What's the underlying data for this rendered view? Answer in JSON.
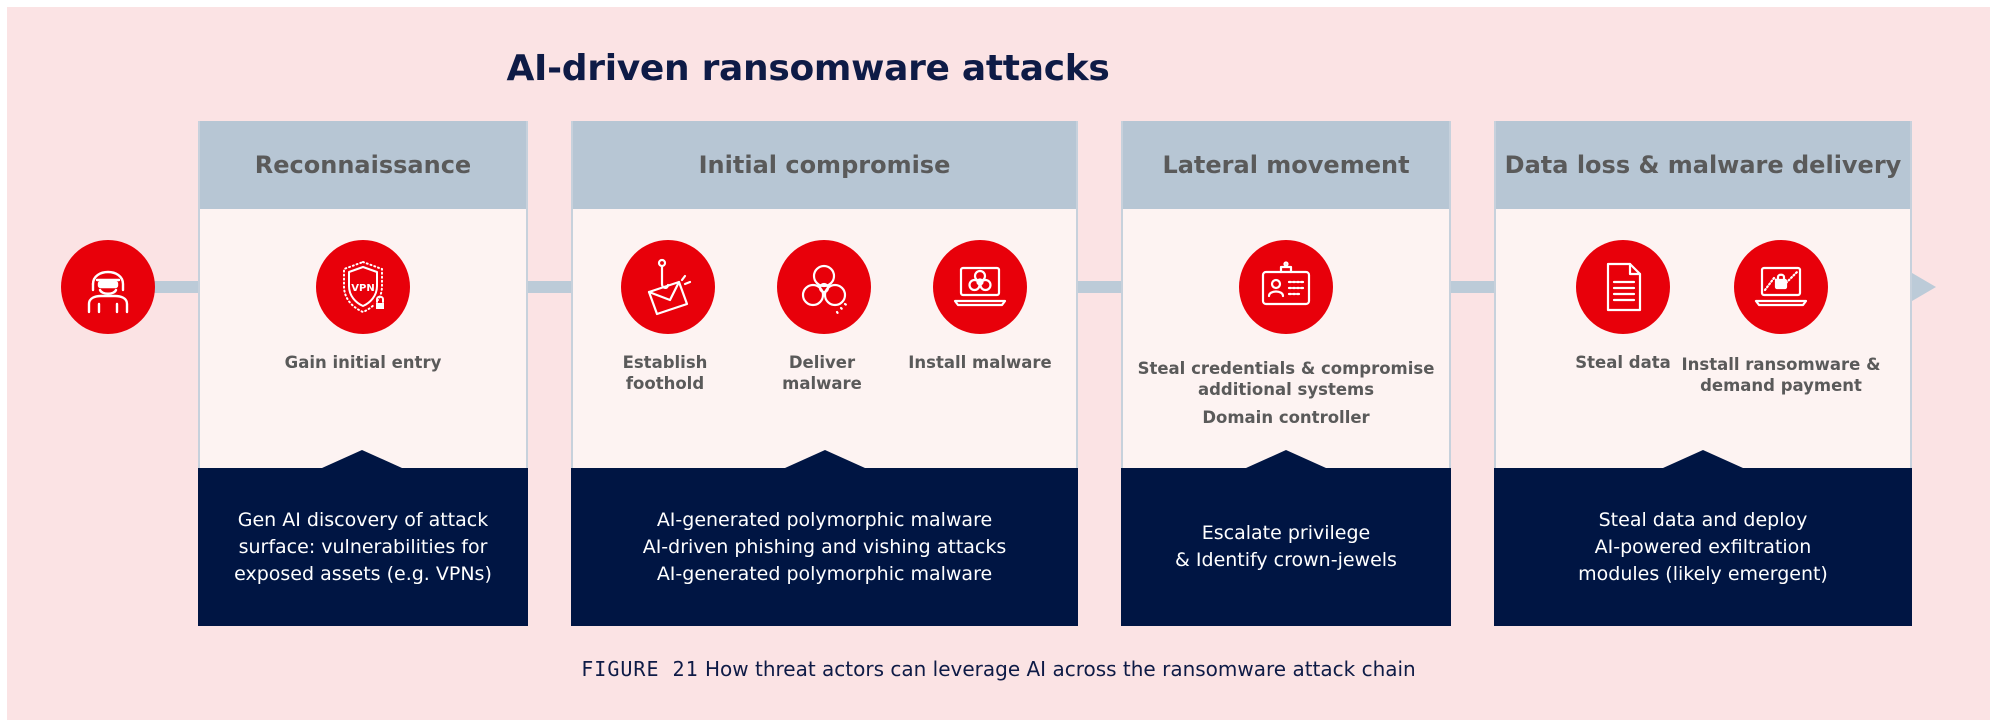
{
  "title": "AI-driven ransomware attacks",
  "caption": {
    "figure_label": "FIGURE 21",
    "text": "How threat actors can leverage AI across the ransomware attack chain"
  },
  "actor_icon": "hooded-hacker-icon",
  "stages": [
    {
      "name": "Reconnaissance",
      "steps": [
        {
          "icon": "vpn-shield-lock-icon",
          "label": "Gain initial entry"
        }
      ],
      "ai_role": [
        "Gen AI discovery of attack",
        "surface: vulnerabilities for",
        "exposed assets (e.g. VPNs)"
      ]
    },
    {
      "name": "Initial compromise",
      "steps": [
        {
          "icon": "phishing-hook-envelope-icon",
          "label": "Establish foothold"
        },
        {
          "icon": "biohazard-icon",
          "label": "Deliver malware"
        },
        {
          "icon": "laptop-biohazard-icon",
          "label": "Install malware"
        }
      ],
      "ai_role": [
        "AI-generated polymorphic malware",
        "AI-driven phishing and vishing attacks",
        "AI-generated polymorphic malware"
      ]
    },
    {
      "name": "Lateral movement",
      "steps": [
        {
          "icon": "id-card-icon",
          "label": "Steal credentials & compromise additional systems"
        }
      ],
      "extra_label": "Domain controller",
      "ai_role": [
        "Escalate privilege",
        "& Identify crown-jewels"
      ]
    },
    {
      "name": "Data loss & malware delivery",
      "steps": [
        {
          "icon": "document-icon",
          "label": "Steal data"
        },
        {
          "icon": "laptop-lock-icon",
          "label": "Install ransomware & demand payment"
        }
      ],
      "ai_role": [
        "Steal data and deploy",
        "AI-powered exfiltration",
        "modules (likely emergent)"
      ]
    }
  ],
  "colors": {
    "background": "#fbe3e4",
    "accent_red": "#e8000a",
    "navy": "#001543",
    "header_blue": "#b7c6d4",
    "arrow": "#bccbd8"
  }
}
